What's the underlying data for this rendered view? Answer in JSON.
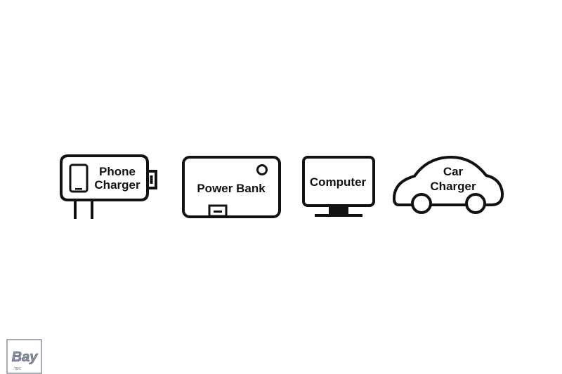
{
  "colors": {
    "ink": "#111111",
    "background": "#ffffff",
    "logo": "#8a8fa0"
  },
  "icons": [
    {
      "icon": "phone-charger-icon",
      "label_line1": "Phone",
      "label_line2": "Charger"
    },
    {
      "icon": "power-bank-icon",
      "label": "Power Bank"
    },
    {
      "icon": "computer-monitor-icon",
      "label": "Computer"
    },
    {
      "icon": "car-icon",
      "label_line1": "Car",
      "label_line2": "Charger"
    }
  ],
  "logo": {
    "text": "Bay",
    "subtext": "TEC"
  }
}
